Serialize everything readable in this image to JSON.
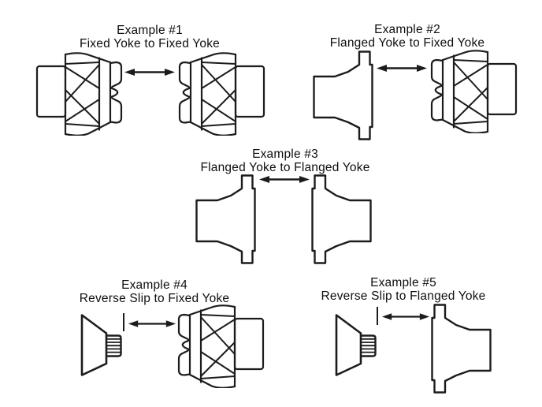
{
  "page": {
    "background": "#ffffff",
    "line_color": "#1c1c1c",
    "text_color": "#0e0e0e"
  },
  "diagram": {
    "examples": [
      {
        "title": "Example #1",
        "subtitle": "Fixed Yoke to Fixed Yoke",
        "left_part": "fixed-yoke",
        "right_part": "fixed-yoke",
        "connector": "double-arrow"
      },
      {
        "title": "Example #2",
        "subtitle": "Flanged Yoke to Fixed Yoke",
        "left_part": "flanged-yoke",
        "right_part": "fixed-yoke",
        "connector": "double-arrow"
      },
      {
        "title": "Example #3",
        "subtitle": "Flanged Yoke to Flanged Yoke",
        "left_part": "flanged-yoke",
        "right_part": "flanged-yoke",
        "connector": "double-arrow"
      },
      {
        "title": "Example #4",
        "subtitle": "Reverse Slip to Fixed Yoke",
        "left_part": "reverse-slip",
        "right_part": "fixed-yoke",
        "connector": "tick-and-double-arrow"
      },
      {
        "title": "Example #5",
        "subtitle": "Reverse Slip to Flanged Yoke",
        "left_part": "reverse-slip",
        "right_part": "flanged-yoke",
        "connector": "tick-and-double-arrow"
      }
    ]
  }
}
